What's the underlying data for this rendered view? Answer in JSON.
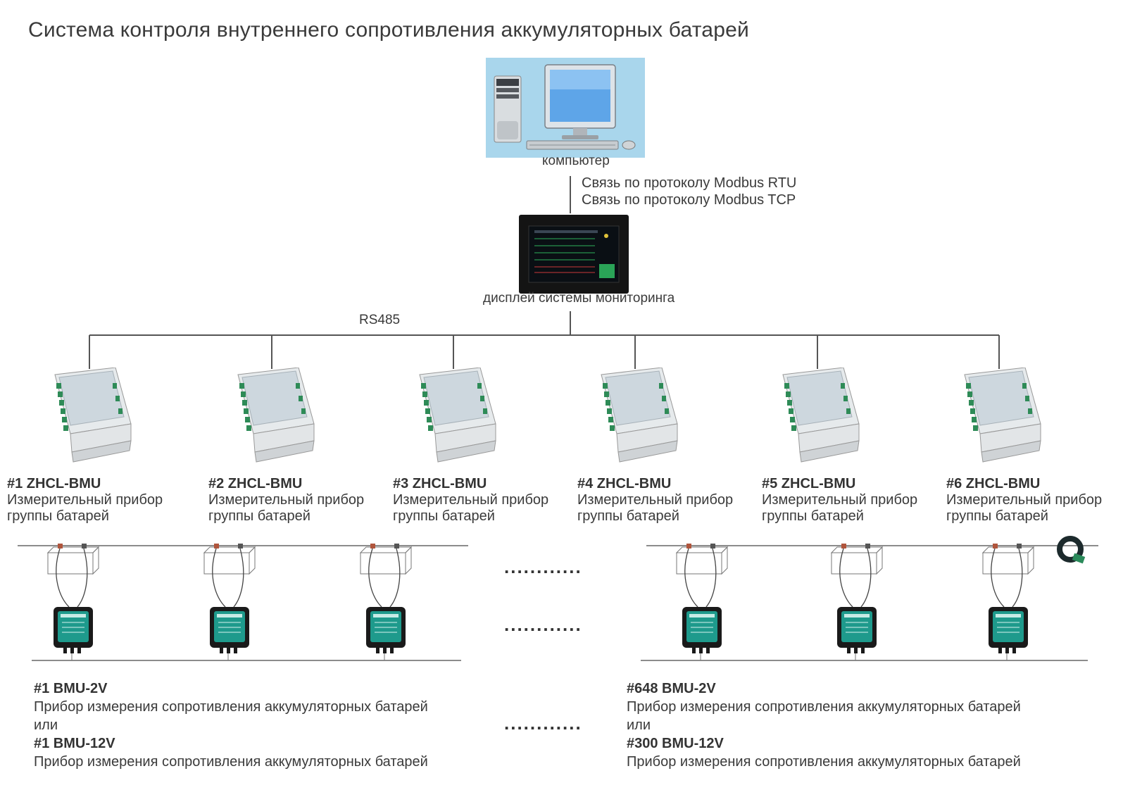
{
  "title": "Система контроля внутреннего сопротивления аккумуляторных батарей",
  "computer": {
    "label": "компьютер"
  },
  "protocols": [
    "Связь по протоколу Modbus RTU",
    "Связь по протоколу Modbus TCP"
  ],
  "display": {
    "label": "дисплей системы мониторинга"
  },
  "bus": {
    "label": "RS485"
  },
  "group_units": [
    {
      "code": "#1 ZHCL-BMU",
      "desc1": "Измерительный прибор",
      "desc2": "группы батарей"
    },
    {
      "code": "#2 ZHCL-BMU",
      "desc1": "Измерительный прибор",
      "desc2": "группы батарей"
    },
    {
      "code": "#3 ZHCL-BMU",
      "desc1": "Измерительный прибор",
      "desc2": "группы батарей"
    },
    {
      "code": "#4 ZHCL-BMU",
      "desc1": "Измерительный прибор",
      "desc2": "группы батарей"
    },
    {
      "code": "#5 ZHCL-BMU",
      "desc1": "Измерительный прибор",
      "desc2": "группы батарей"
    },
    {
      "code": "#6 ZHCL-BMU",
      "desc1": "Измерительный прибор",
      "desc2": "группы батарей"
    }
  ],
  "dots": "............",
  "bmu_left": {
    "code1": "#1 BMU-2V",
    "desc1": "Прибор измерения сопротивления аккумуляторных батарей",
    "or": "или",
    "code2": "#1 BMU-12V",
    "desc2": "Прибор измерения сопротивления аккумуляторных батарей"
  },
  "bmu_right": {
    "code1": "#648 BMU-2V",
    "desc1": "Прибор измерения сопротивления аккумуляторных батарей",
    "or": "или",
    "code2": "#300 BMU-12V",
    "desc2": "Прибор измерения сопротивления аккумуляторных батарей"
  },
  "colors": {
    "line": "#555555",
    "device_panel": "#d7dde2",
    "terminal": "#2e8b57",
    "bmu_face": "#1e9a8c",
    "screen_bg": "#a9d6ec"
  }
}
